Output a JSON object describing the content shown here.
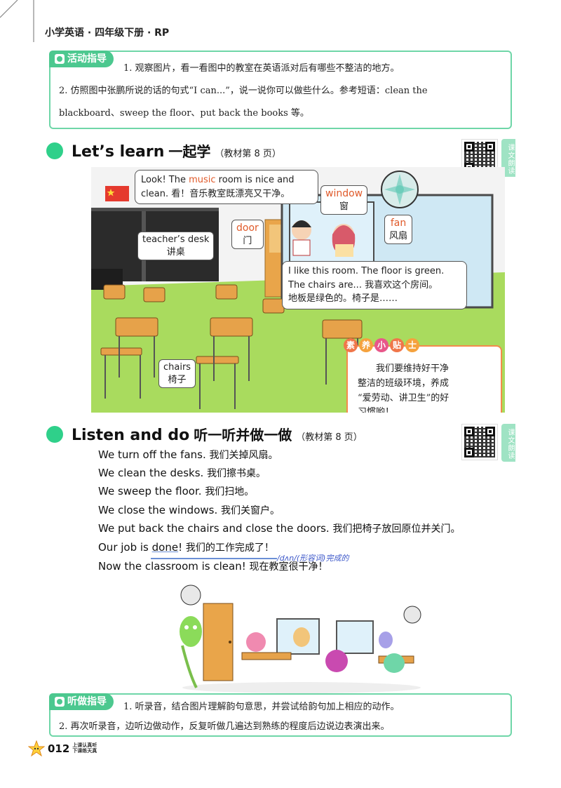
{
  "header": {
    "book_title": "小学英语 · 四年级下册 · RP"
  },
  "activity_guide": {
    "tag": "活动指导",
    "lines": [
      "1. 观察图片，看一看图中的教室在英语派对后有哪些不整洁的地方。",
      "2. 仿照图中张鹏所说的话的句式“I can...”，说一说你可以做些什么。参考短语：clean the",
      "blackboard、sweep the floor、put back the books 等。"
    ]
  },
  "lets_learn": {
    "title_en": "Let’s learn",
    "title_cn": "一起学",
    "ref": "（教材第 8 页）",
    "side_tab": "课文朗读",
    "bubble_top": {
      "pre": "Look! The ",
      "highlight": "music",
      "post": " room is nice and",
      "line2": "clean. 看！音乐教室既漂亮又干净。"
    },
    "bubble_right": {
      "line1": "I like this room. The floor is green.",
      "line2": "The chairs are... 我喜欢这个房间。",
      "line3": "地板是绿色的。椅子是……"
    },
    "labels": {
      "teachers_desk": {
        "en": "teacher’s desk",
        "cn": "讲桌"
      },
      "door": {
        "en": "door",
        "cn": "门"
      },
      "window": {
        "en": "window",
        "cn": "窗"
      },
      "fan": {
        "en": "fan",
        "cn": "风扇"
      },
      "chairs": {
        "en": "chairs",
        "cn": "椅子"
      }
    },
    "tips": {
      "tag_chars": [
        "素",
        "养",
        "小",
        "贴",
        "士"
      ],
      "line1": "我们要维持好干净",
      "line2": "整洁的班级环境，养成",
      "line3": "“爱劳动、讲卫生”的好",
      "line4": "习惯哟！"
    }
  },
  "listen_do": {
    "title_en": "Listen and do",
    "title_cn": "听一听并做一做",
    "ref": "（教材第 8 页）",
    "side_tab": "课文朗读",
    "lines": [
      {
        "en": "We turn off the fans.",
        "cn": "我们关掉风扇。"
      },
      {
        "en": "We clean the desks.",
        "cn": "我们擦书桌。"
      },
      {
        "en": "We sweep the floor.",
        "cn": "我们扫地。"
      },
      {
        "en": "We close the windows.",
        "cn": "我们关窗户。"
      },
      {
        "en": "We put back the chairs and close the doors.",
        "cn": "我们把椅子放回原位并关门。"
      },
      {
        "en_pre": "Our job is ",
        "en_u": "done",
        "en_post": "!",
        "cn": "我们的工作完成了！"
      },
      {
        "en": "Now the classroom is clean!",
        "cn": "现在教室很干净！"
      }
    ],
    "annotation": "/dʌn/(形容词)完成的"
  },
  "listen_guide": {
    "tag": "听做指导",
    "lines": [
      "1. 听录音，结合图片理解韵句意思，并尝试给韵句加上相应的动作。",
      "2. 再次听录音，边听边做动作，反复听做几遍达到熟练的程度后边说边表演出来。"
    ]
  },
  "footer": {
    "page_number": "012",
    "slogan_line1": "上课认真听",
    "slogan_line2": "下课练天真"
  },
  "colors": {
    "accent_green": "#4cc88f",
    "highlight_red": "#e05a2a",
    "tips_orange": "#f48a4c"
  }
}
